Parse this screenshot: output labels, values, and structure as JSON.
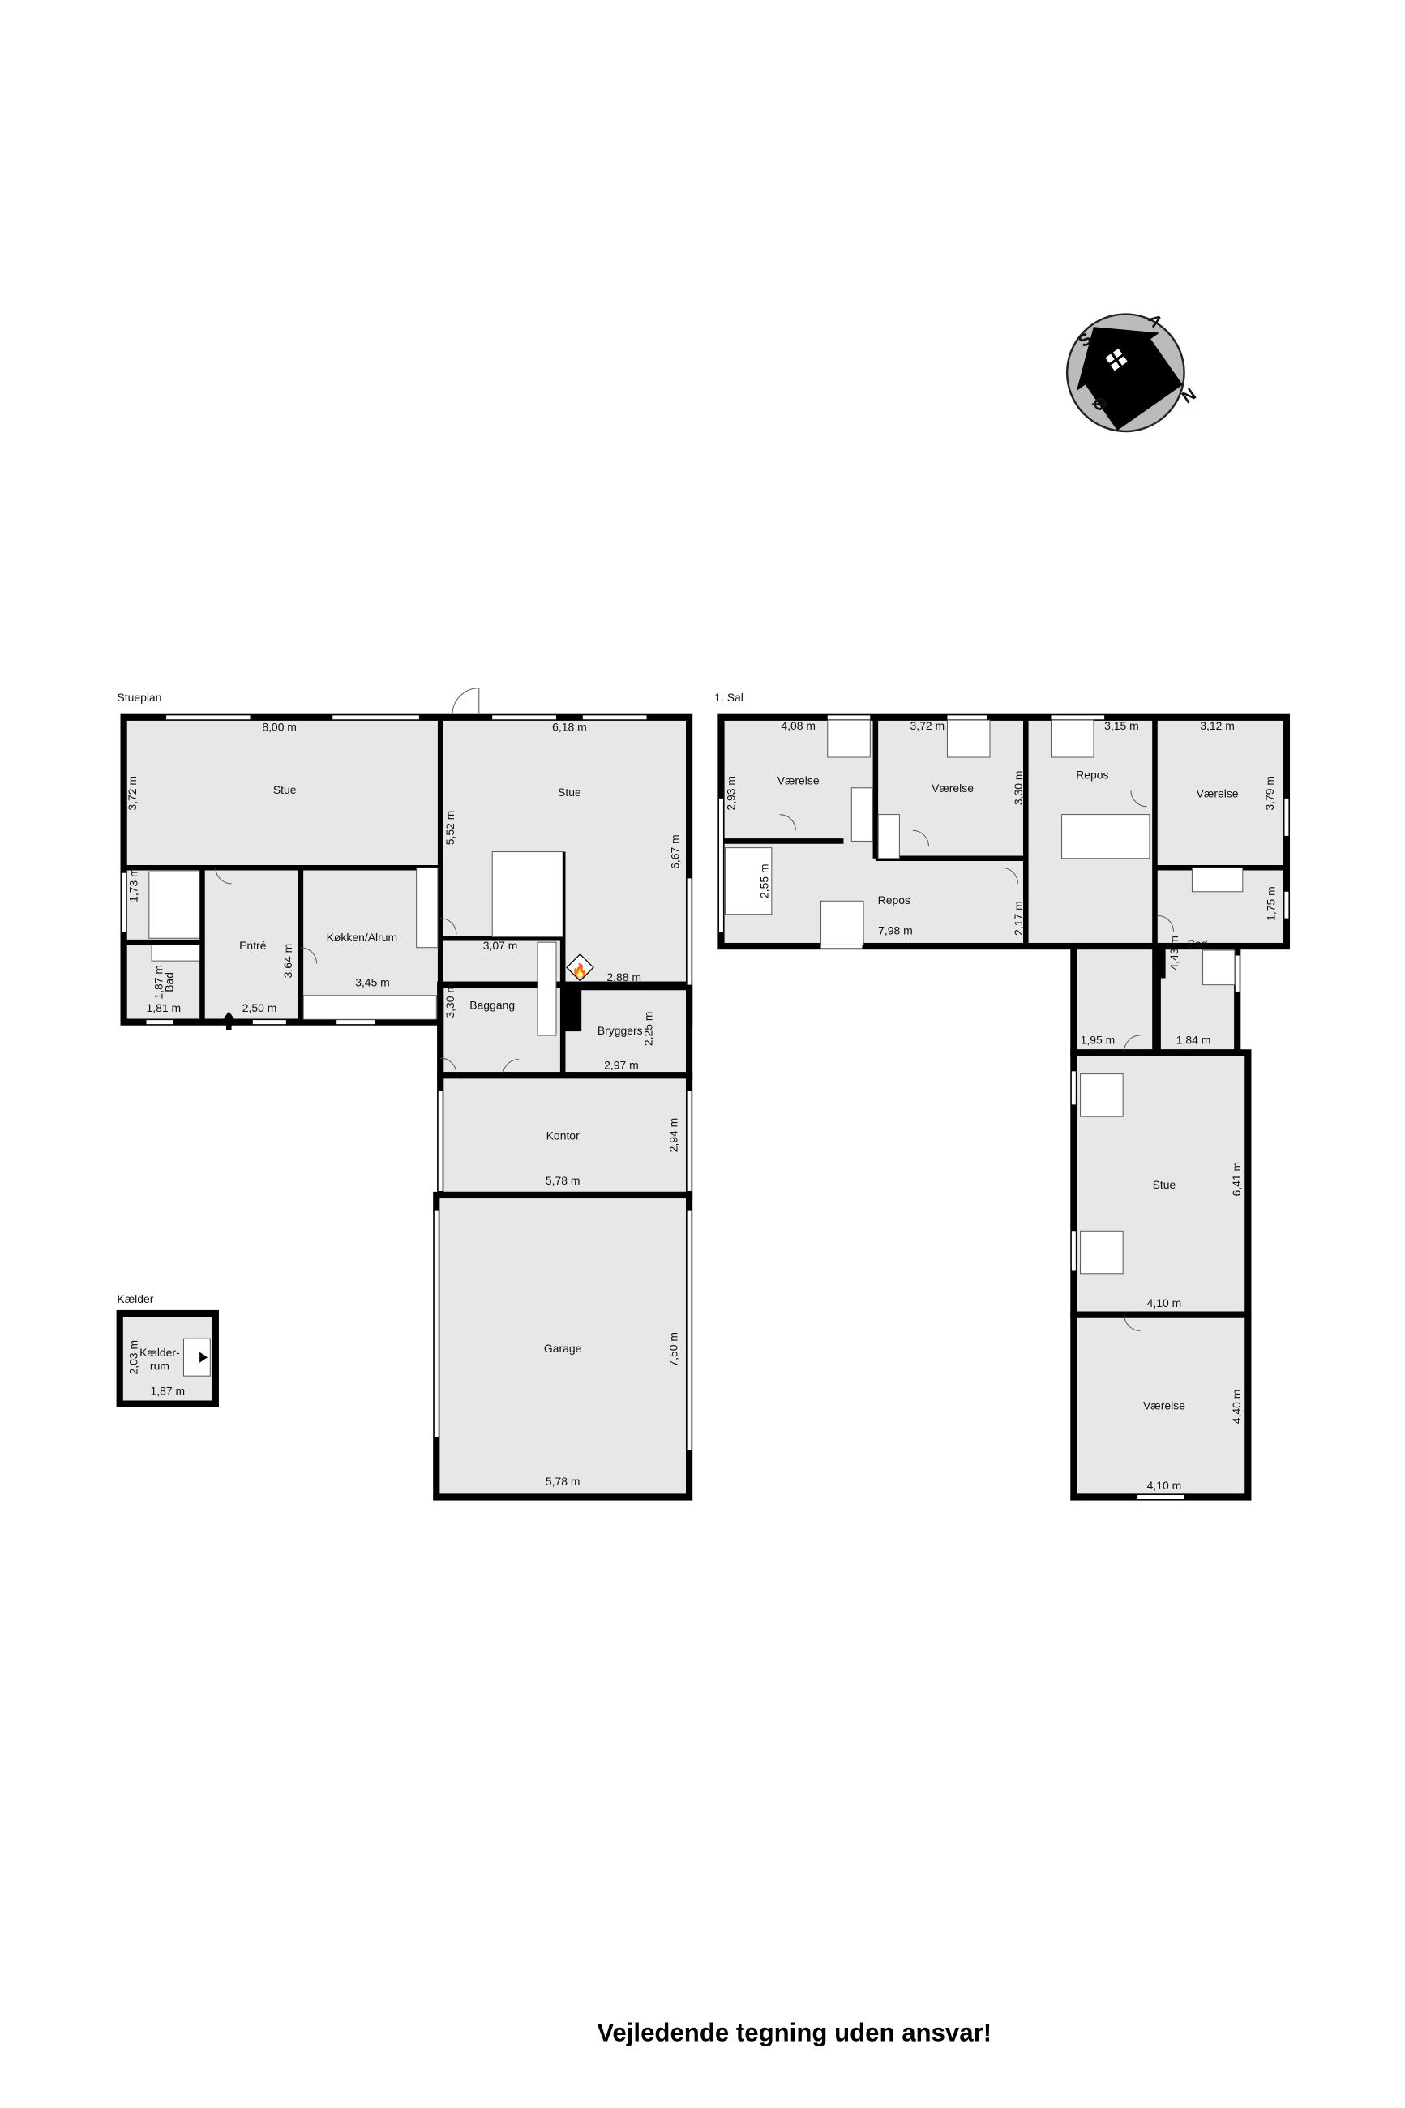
{
  "ground_floor": {
    "title": "Stueplan",
    "rooms": [
      {
        "name": "Stue",
        "dims": [
          "8,00 m",
          "3,72 m"
        ]
      },
      {
        "name": "Stue",
        "dims": [
          "6,18 m",
          "6,67 m",
          "5,52 m"
        ]
      },
      {
        "name": "Entré",
        "dims": [
          "3,64 m",
          "2,50 m",
          "1,73 m"
        ]
      },
      {
        "name": "Køkken/Alrum",
        "dims": [
          "3,45 m"
        ]
      },
      {
        "name": "Bad",
        "dims": [
          "1,87 m",
          "1,81 m"
        ]
      },
      {
        "name": "Baggang",
        "dims": [
          "3,07 m",
          "2,88 m",
          "3,30 m"
        ]
      },
      {
        "name": "Bryggers",
        "dims": [
          "2,25 m",
          "2,97 m"
        ]
      },
      {
        "name": "Kontor",
        "dims": [
          "5,78 m",
          "2,94 m"
        ]
      },
      {
        "name": "Garage",
        "dims": [
          "5,78 m",
          "7,50 m"
        ]
      }
    ]
  },
  "basement": {
    "title": "Kælder",
    "rooms": [
      {
        "name_line1": "Kælder-",
        "name_line2": "rum",
        "dims": [
          "2,03 m",
          "1,87 m"
        ]
      }
    ]
  },
  "first_floor": {
    "title": "1. Sal",
    "rooms": [
      {
        "name": "Værelse",
        "dims": [
          "4,08 m",
          "2,93 m"
        ]
      },
      {
        "name": "Værelse",
        "dims": [
          "3,72 m",
          "3,30 m"
        ]
      },
      {
        "name": "Repos",
        "dims": [
          "3,15 m"
        ]
      },
      {
        "name": "Værelse",
        "dims": [
          "3,12 m",
          "3,79 m"
        ]
      },
      {
        "name": "Repos",
        "dims": [
          "7,98 m",
          "2,55 m",
          "2,17 m"
        ]
      },
      {
        "name": "Bad",
        "dims": [
          "1,75 m",
          "4,43 m",
          "1,84 m",
          "1,95 m"
        ]
      },
      {
        "name": "Stue",
        "dims": [
          "6,41 m",
          "4,10 m"
        ]
      },
      {
        "name": "Værelse",
        "dims": [
          "4,40 m",
          "4,10 m"
        ]
      }
    ]
  },
  "compass": {
    "letters": [
      "S",
      "V",
      "Ø",
      "N"
    ]
  },
  "footer": "Vejledende tegning uden ansvar!"
}
